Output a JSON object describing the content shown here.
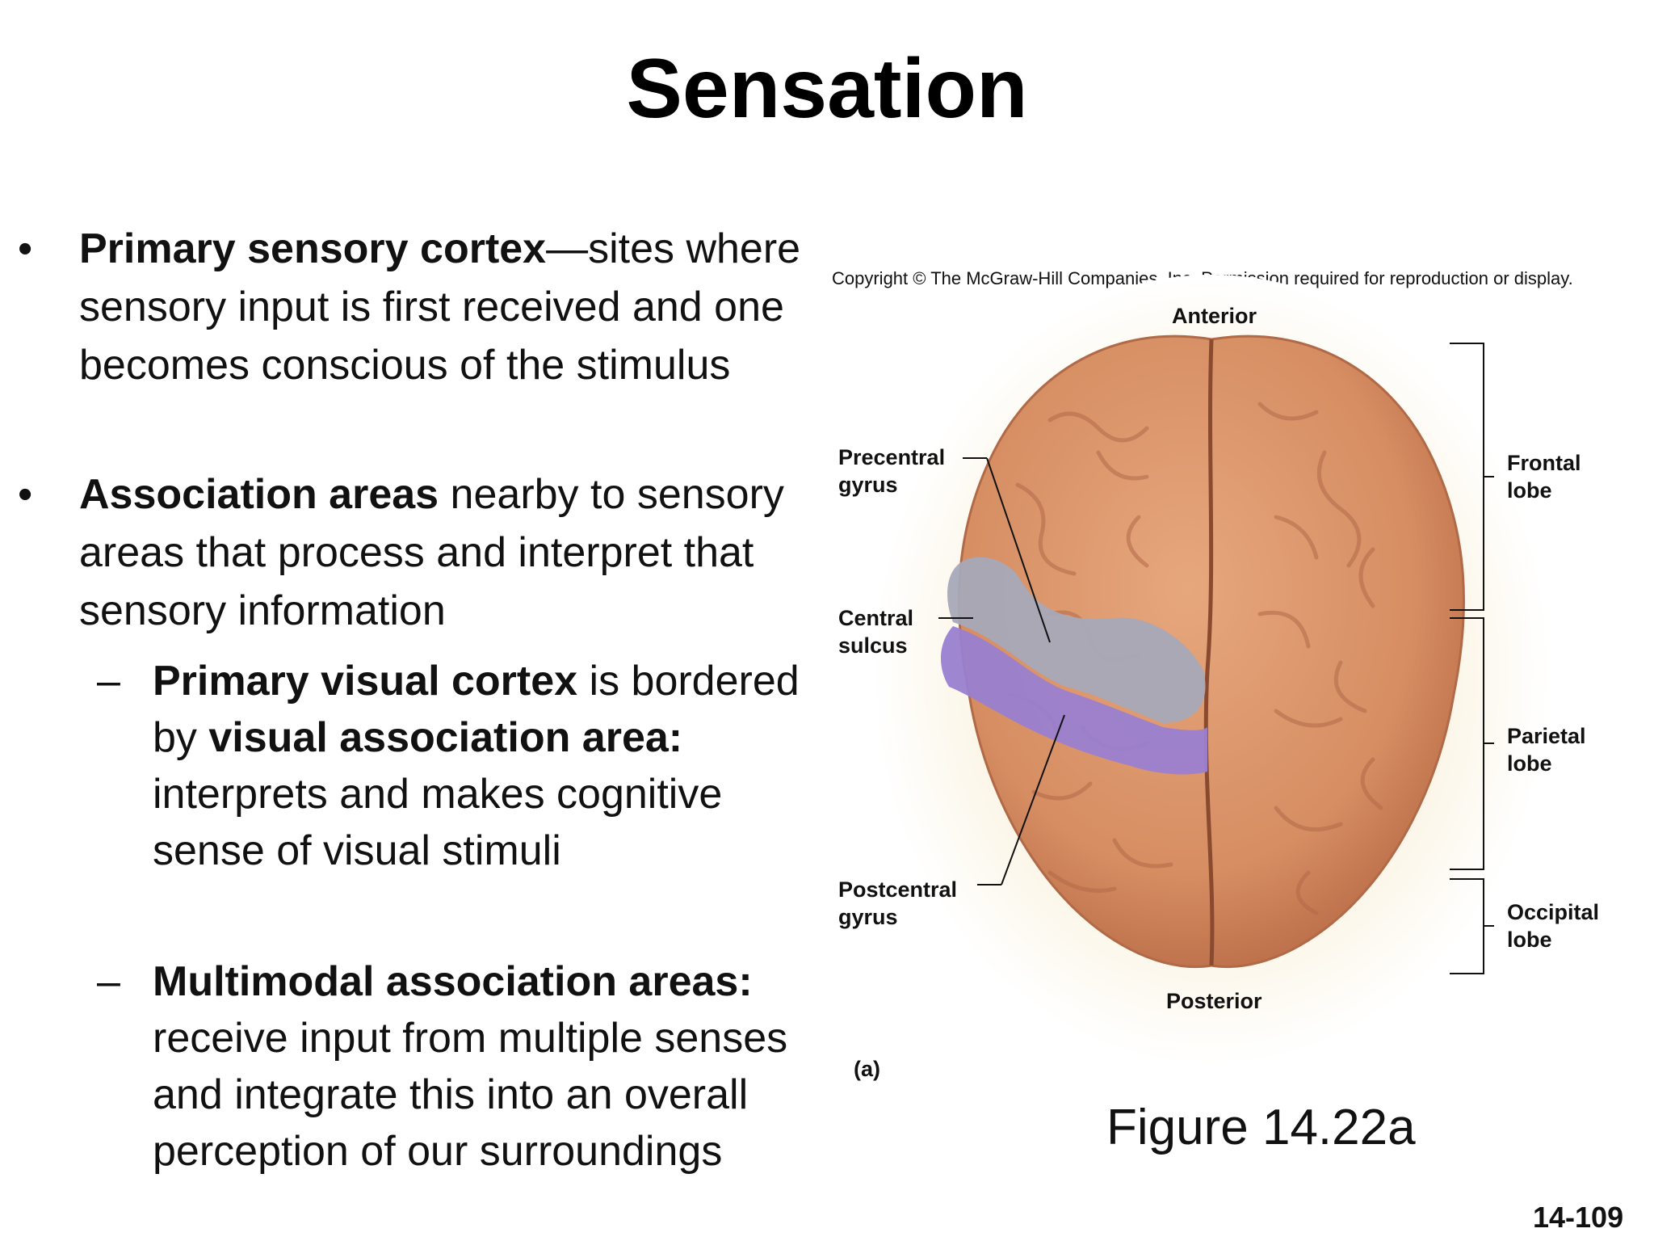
{
  "title": "Sensation",
  "bullets": [
    {
      "bold": "Primary sensory cortex",
      "text": "—sites where sensory input is first received and one becomes conscious of the stimulus"
    },
    {
      "bold": "Association areas",
      "text": " nearby to sensory areas that process and interpret that sensory information"
    }
  ],
  "sub_bullets": [
    {
      "bold1": "Primary visual cortex",
      "text1": " is bordered by ",
      "bold2": "visual association area:",
      "text2": " interprets and makes cognitive sense of visual stimuli"
    },
    {
      "bold1": "Multimodal association areas:",
      "text1": " receive input from multiple senses and integrate this into an overall perception of our surroundings"
    }
  ],
  "bullet_glyph": "•",
  "dash_glyph": "–",
  "figure": {
    "copyright": "Copyright © The McGraw-Hill Companies, Inc. Permission required for reproduction or display.",
    "anterior": "Anterior",
    "posterior": "Posterior",
    "panel": "(a)",
    "labels": {
      "precentral_1": "Precentral",
      "precentral_2": "gyrus",
      "central_1": "Central",
      "central_2": "sulcus",
      "postcentral_1": "Postcentral",
      "postcentral_2": "gyrus",
      "frontal_1": "Frontal",
      "frontal_2": "lobe",
      "parietal_1": "Parietal",
      "parietal_2": "lobe",
      "occipital_1": "Occipital",
      "occipital_2": "lobe"
    },
    "caption": "Figure 14.22a",
    "colors": {
      "brain": "#d9936a",
      "precentral": "#a7a9b8",
      "postcentral": "#9a7fd0"
    }
  },
  "page_number": "14-109"
}
